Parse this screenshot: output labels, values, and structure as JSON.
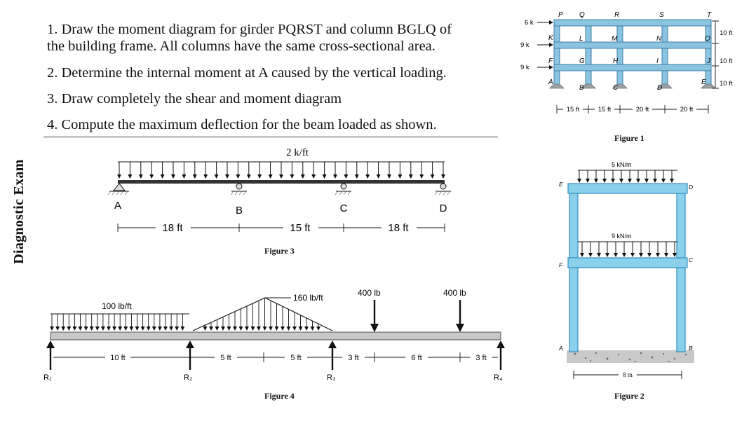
{
  "side_label": "Diagnostic Exam",
  "questions": [
    "1. Draw the moment diagram for girder PQRST and column BGLQ of",
    "the building frame. All columns have the same cross-sectional area.",
    "2. Determine the internal moment at A caused by the vertical loading.",
    "3. Draw completely the shear and moment diagram",
    "4. Compute the maximum deflection for the beam loaded as shown."
  ],
  "figure1": {
    "caption": "Figure 1",
    "top_nodes": [
      "P",
      "Q",
      "R",
      "S",
      "T"
    ],
    "mid_nodes": [
      "K",
      "L",
      "M",
      "N",
      "O"
    ],
    "low_nodes": [
      "F",
      "G",
      "H",
      "I",
      "J"
    ],
    "base_nodes": [
      "A",
      "B",
      "C",
      "D",
      "E"
    ],
    "loads": [
      "6 k",
      "9 k",
      "9 k"
    ],
    "heights": [
      "10 ft",
      "10 ft",
      "10 ft"
    ],
    "spans": [
      "15 ft",
      "15 ft",
      "20 ft",
      "20 ft"
    ],
    "colors": {
      "member": "#8bc4e0",
      "edge": "#3d7ea6",
      "support": "#9aa0a6"
    }
  },
  "figure2": {
    "caption": "Figure 2",
    "top_load": "5 kN/m",
    "mid_load": "9 kN/m",
    "span": "8 m",
    "node_labels": [
      "E",
      "D",
      "F",
      "C",
      "A",
      "B"
    ],
    "colors": {
      "member": "#8bd0ea",
      "edge": "#2f8fc0"
    }
  },
  "figure3": {
    "caption": "Figure 3",
    "load": "2 k/ft",
    "supports": [
      "A",
      "B",
      "C",
      "D"
    ],
    "spans": [
      "18 ft",
      "15 ft",
      "18 ft"
    ]
  },
  "figure4": {
    "caption": "Figure 4",
    "uniform_load": "100 lb/ft",
    "peak_load": "160 lb/ft",
    "point_loads": [
      "400 lb",
      "400 lb"
    ],
    "dimensions": [
      "10 ft",
      "5 ft",
      "5 ft",
      "3 ft",
      "6 ft",
      "3 ft"
    ],
    "reactions": [
      "R₁",
      "R₂",
      "R₃",
      "R₄"
    ]
  }
}
